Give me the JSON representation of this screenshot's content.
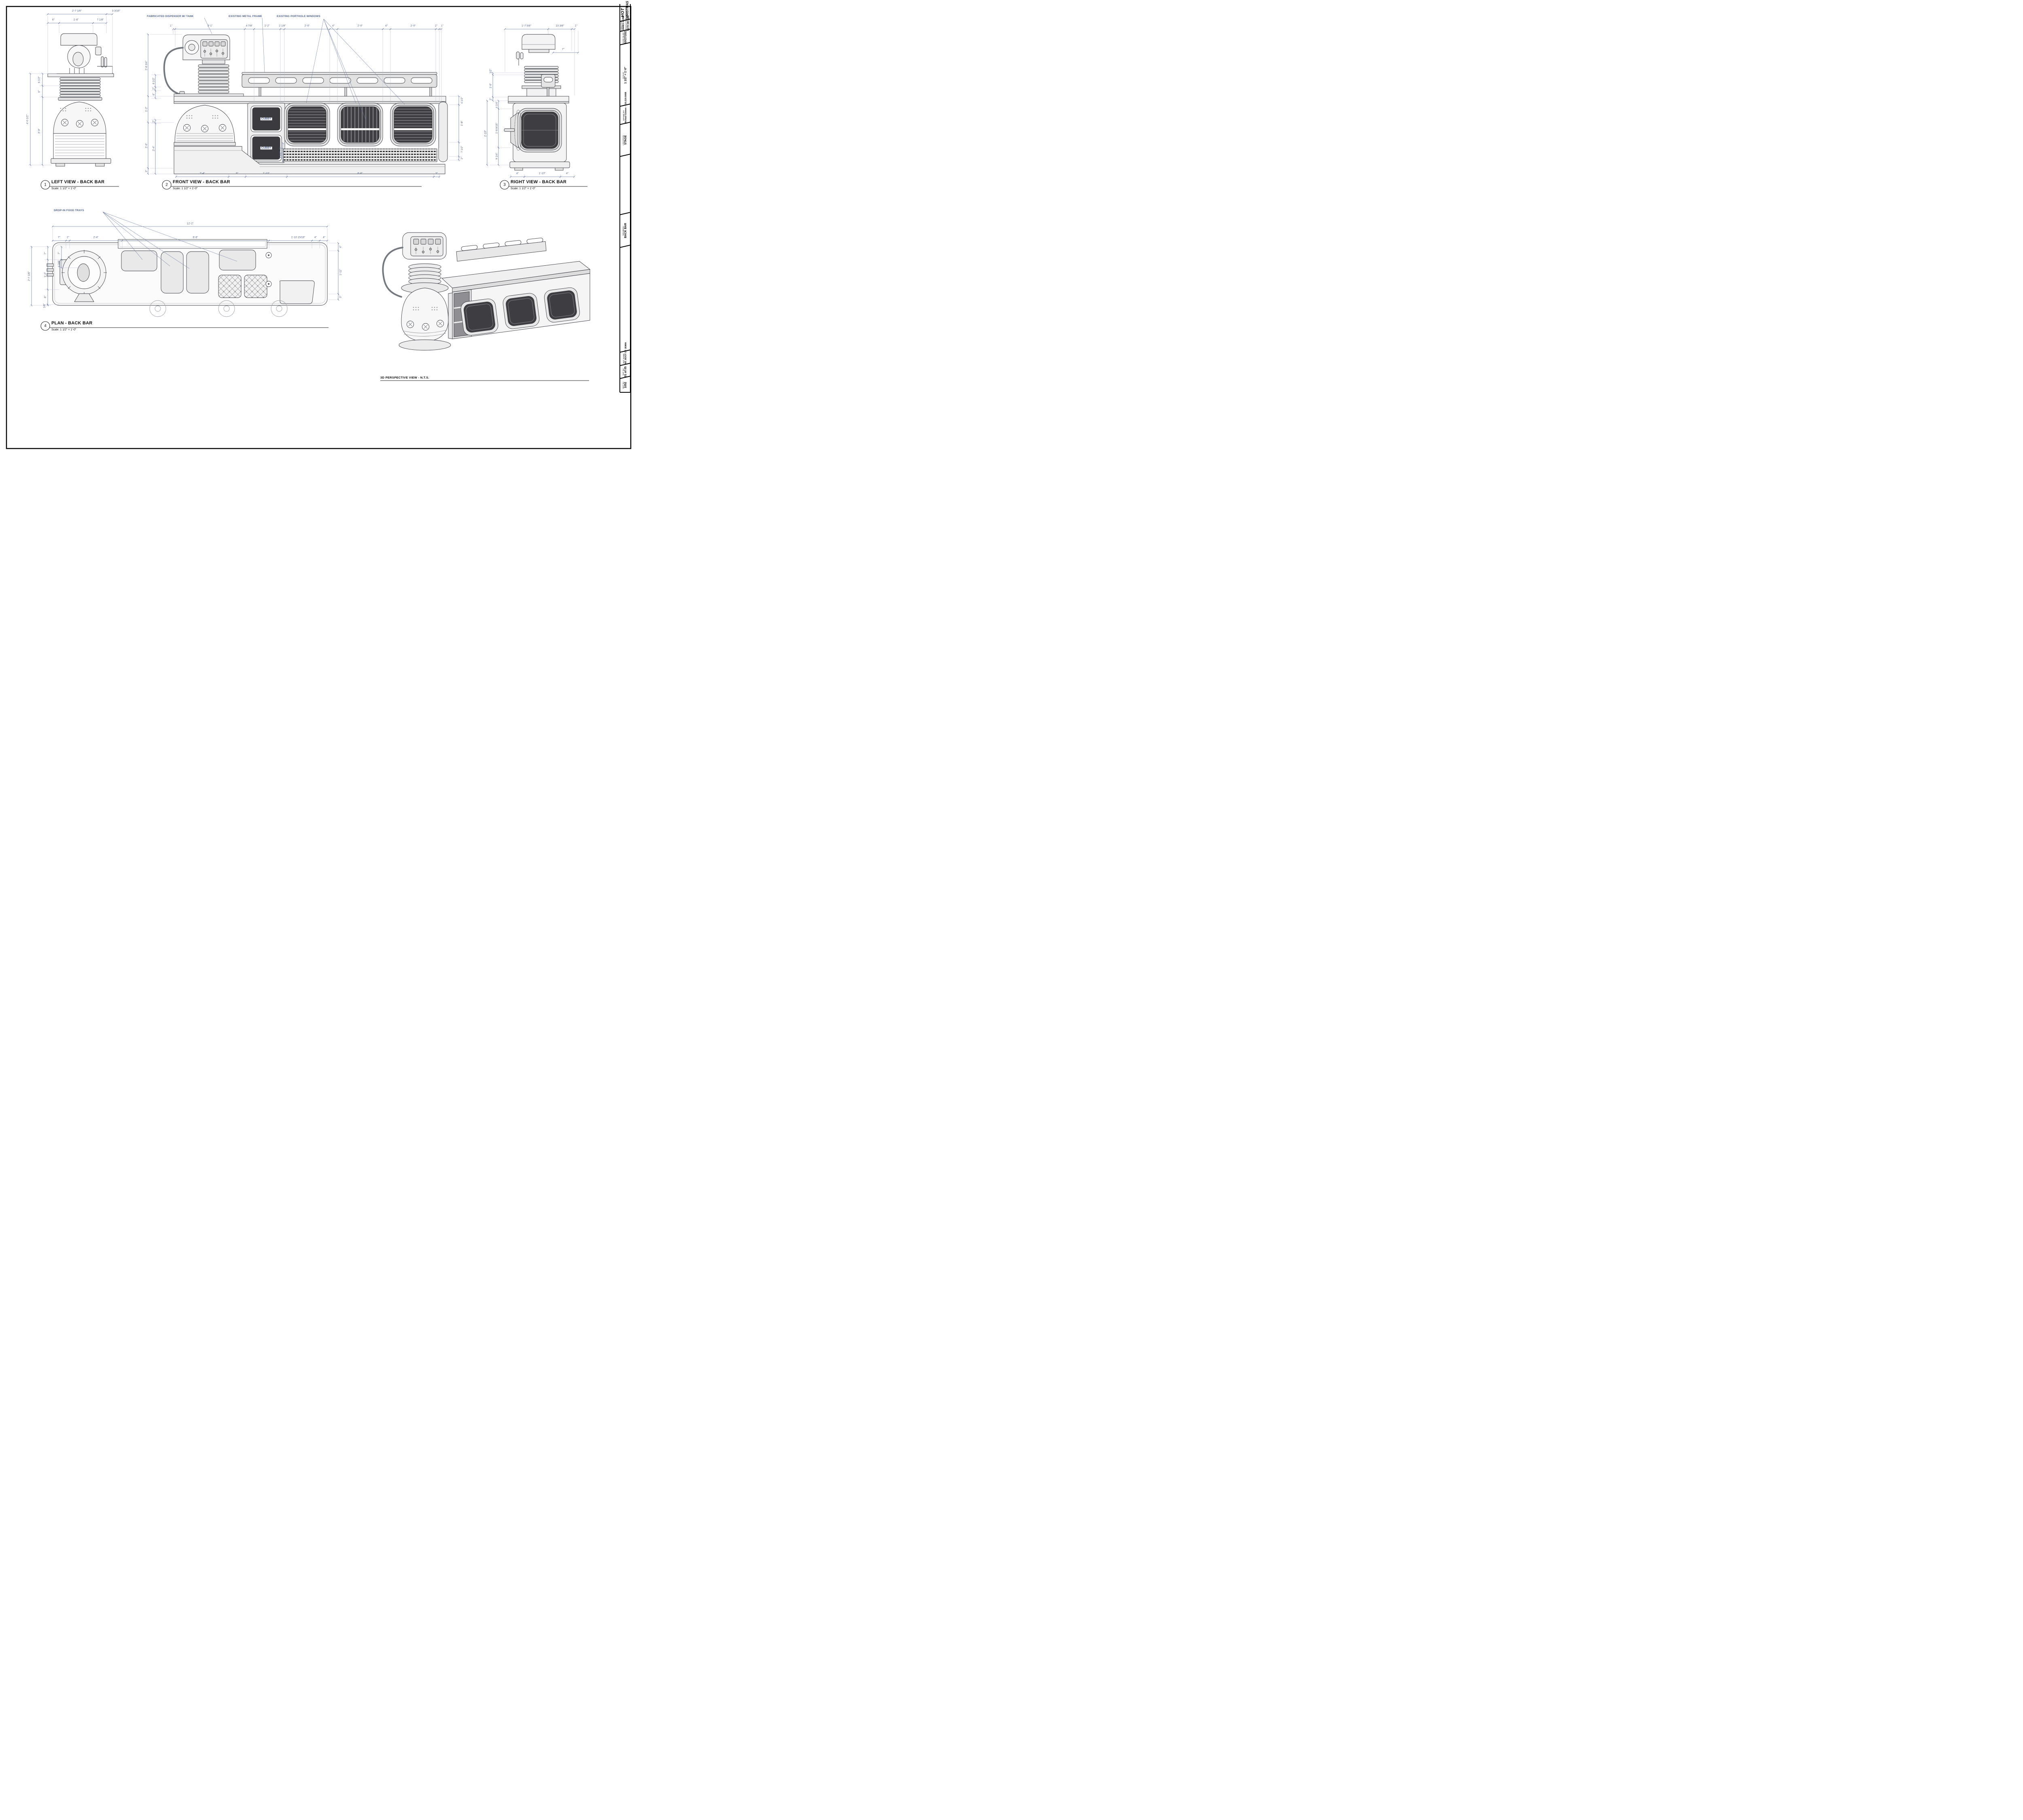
{
  "colors": {
    "dim_text": "#4a5d85",
    "dim_line": "#6b7ca0",
    "art_line": "#34383f",
    "dark_fill": "#3e3e42",
    "paper": "#ffffff"
  },
  "views": {
    "left": {
      "num": "1",
      "title": "LEFT VIEW - BACK BAR",
      "scale": "Scale: 1 1/2\" = 1'-0\"",
      "dims": {
        "top1": [
          "2'-7 1/8\"",
          "3 3/16\""
        ],
        "top2": [
          "6\"",
          "1'-6\"",
          "7 1/8\""
        ],
        "left_outer": "4'-0 1/2\"",
        "left_inner": [
          "6 1/2\"",
          "6\"",
          "3'-0\""
        ]
      }
    },
    "front": {
      "num": "2",
      "title": "FRONT VIEW - BACK BAR",
      "scale": "Scale: 1 1/2\" = 1'-0\"",
      "callouts": [
        "FABRICATED DISPENSER W/ TANK",
        "EXISTING METAL FRAME",
        "EXISTING PORTHOLE WINDOWS"
      ],
      "cubby": "CUBBY",
      "dims": {
        "top": [
          "1\"",
          "3'-1\"",
          "4 7/8\"",
          "1'-2\"",
          "2 1/8\"",
          "2'-0\"",
          "4\"",
          "2'-0\"",
          "4\"",
          "2'-0\"",
          "2\"",
          "1\""
        ],
        "left_outer": [
          "2'-8 3/4\"",
          "1'-2\"",
          "2'-6\"",
          "3\""
        ],
        "left_inner": [
          "6 1/2\"",
          "2\"",
          "4\"",
          "2\"",
          "2'-4\""
        ],
        "right": [
          "4 1/2\"",
          "1'-8\"",
          "7 1/2\"",
          "2\""
        ],
        "mid": "1 1/2\" - 5\"",
        "bottom": [
          "2'-4\"",
          "9\"",
          "1'-10\"",
          "6'-6\"",
          "3\""
        ]
      }
    },
    "right": {
      "num": "3",
      "title": "RIGHT VIEW - BACK BAR",
      "scale": "Scale: 1 1/2\" = 1'-0\"",
      "dims": {
        "top": [
          "1'-7 5/8\"",
          "10 3/8\"",
          "1\""
        ],
        "top_sub": "7\"",
        "left_outer": "2'-10\"",
        "left_mid": [
          "1/2\"",
          "1'-0\"",
          "2\""
        ],
        "left_inner": [
          "4 1/4\"",
          "1'-8 9/16\"",
          "9 1/4\""
        ],
        "bottom": [
          "4\"",
          "1'-10\"",
          "4\""
        ]
      }
    },
    "plan": {
      "num": "4",
      "title": "PLAN - BACK BAR",
      "scale": "Scale: 1 1/2\" = 1'-0\"",
      "callout": "DROP-IN FOOD TRAYS",
      "dims": {
        "top1": "12'-2\"",
        "top2": [
          "7\"",
          "2\"",
          "2'-4\"",
          "6'-6\"",
          "1'-10 15/16\"",
          "4\"",
          "4\""
        ],
        "left_outer": "2'-7 1/8\"",
        "left_mid": [
          "7\"",
          "1'-4\"",
          "8\"",
          "1/8\""
        ],
        "left_inner": [
          "7\"",
          "4 3/8\""
        ],
        "right": [
          "4\"",
          "1'-11\"",
          "3\""
        ]
      }
    },
    "perspective": {
      "title": "3D PERSPECTIVE VIEW - N.T.S."
    }
  },
  "title_block": {
    "logo": {
      "line1": "HOT",
      "line2": "CHRISTMAS"
    },
    "director": {
      "label": "DIRECTOR:",
      "value": "JAMES GUNN"
    },
    "designer": {
      "label": "PRODUCTION DESIGNER:",
      "value": "BETH MICKLE"
    },
    "date": {
      "label": "DATE RLSD:",
      "value": "10/27/2021"
    },
    "scale": {
      "label": "SCALE:",
      "value": "1 1/2\" = 1'-0\""
    },
    "drawn_by": {
      "label": "DRAWN BY:",
      "value": "Michael Gowen - 310.210.5068"
    },
    "location": {
      "label": "LOCATION:",
      "value": "STAGE"
    },
    "drawing": {
      "label": "DRAWING:",
      "value": "BACK BAR"
    },
    "set_name": {
      "label": "SET NAME:",
      "value": "INT. BOOT OF JEMIA"
    },
    "sheet_no": {
      "label": "SHT No:",
      "value": "01 of 05"
    },
    "set_no": {
      "label": "SET No:",
      "value": "1052"
    }
  }
}
